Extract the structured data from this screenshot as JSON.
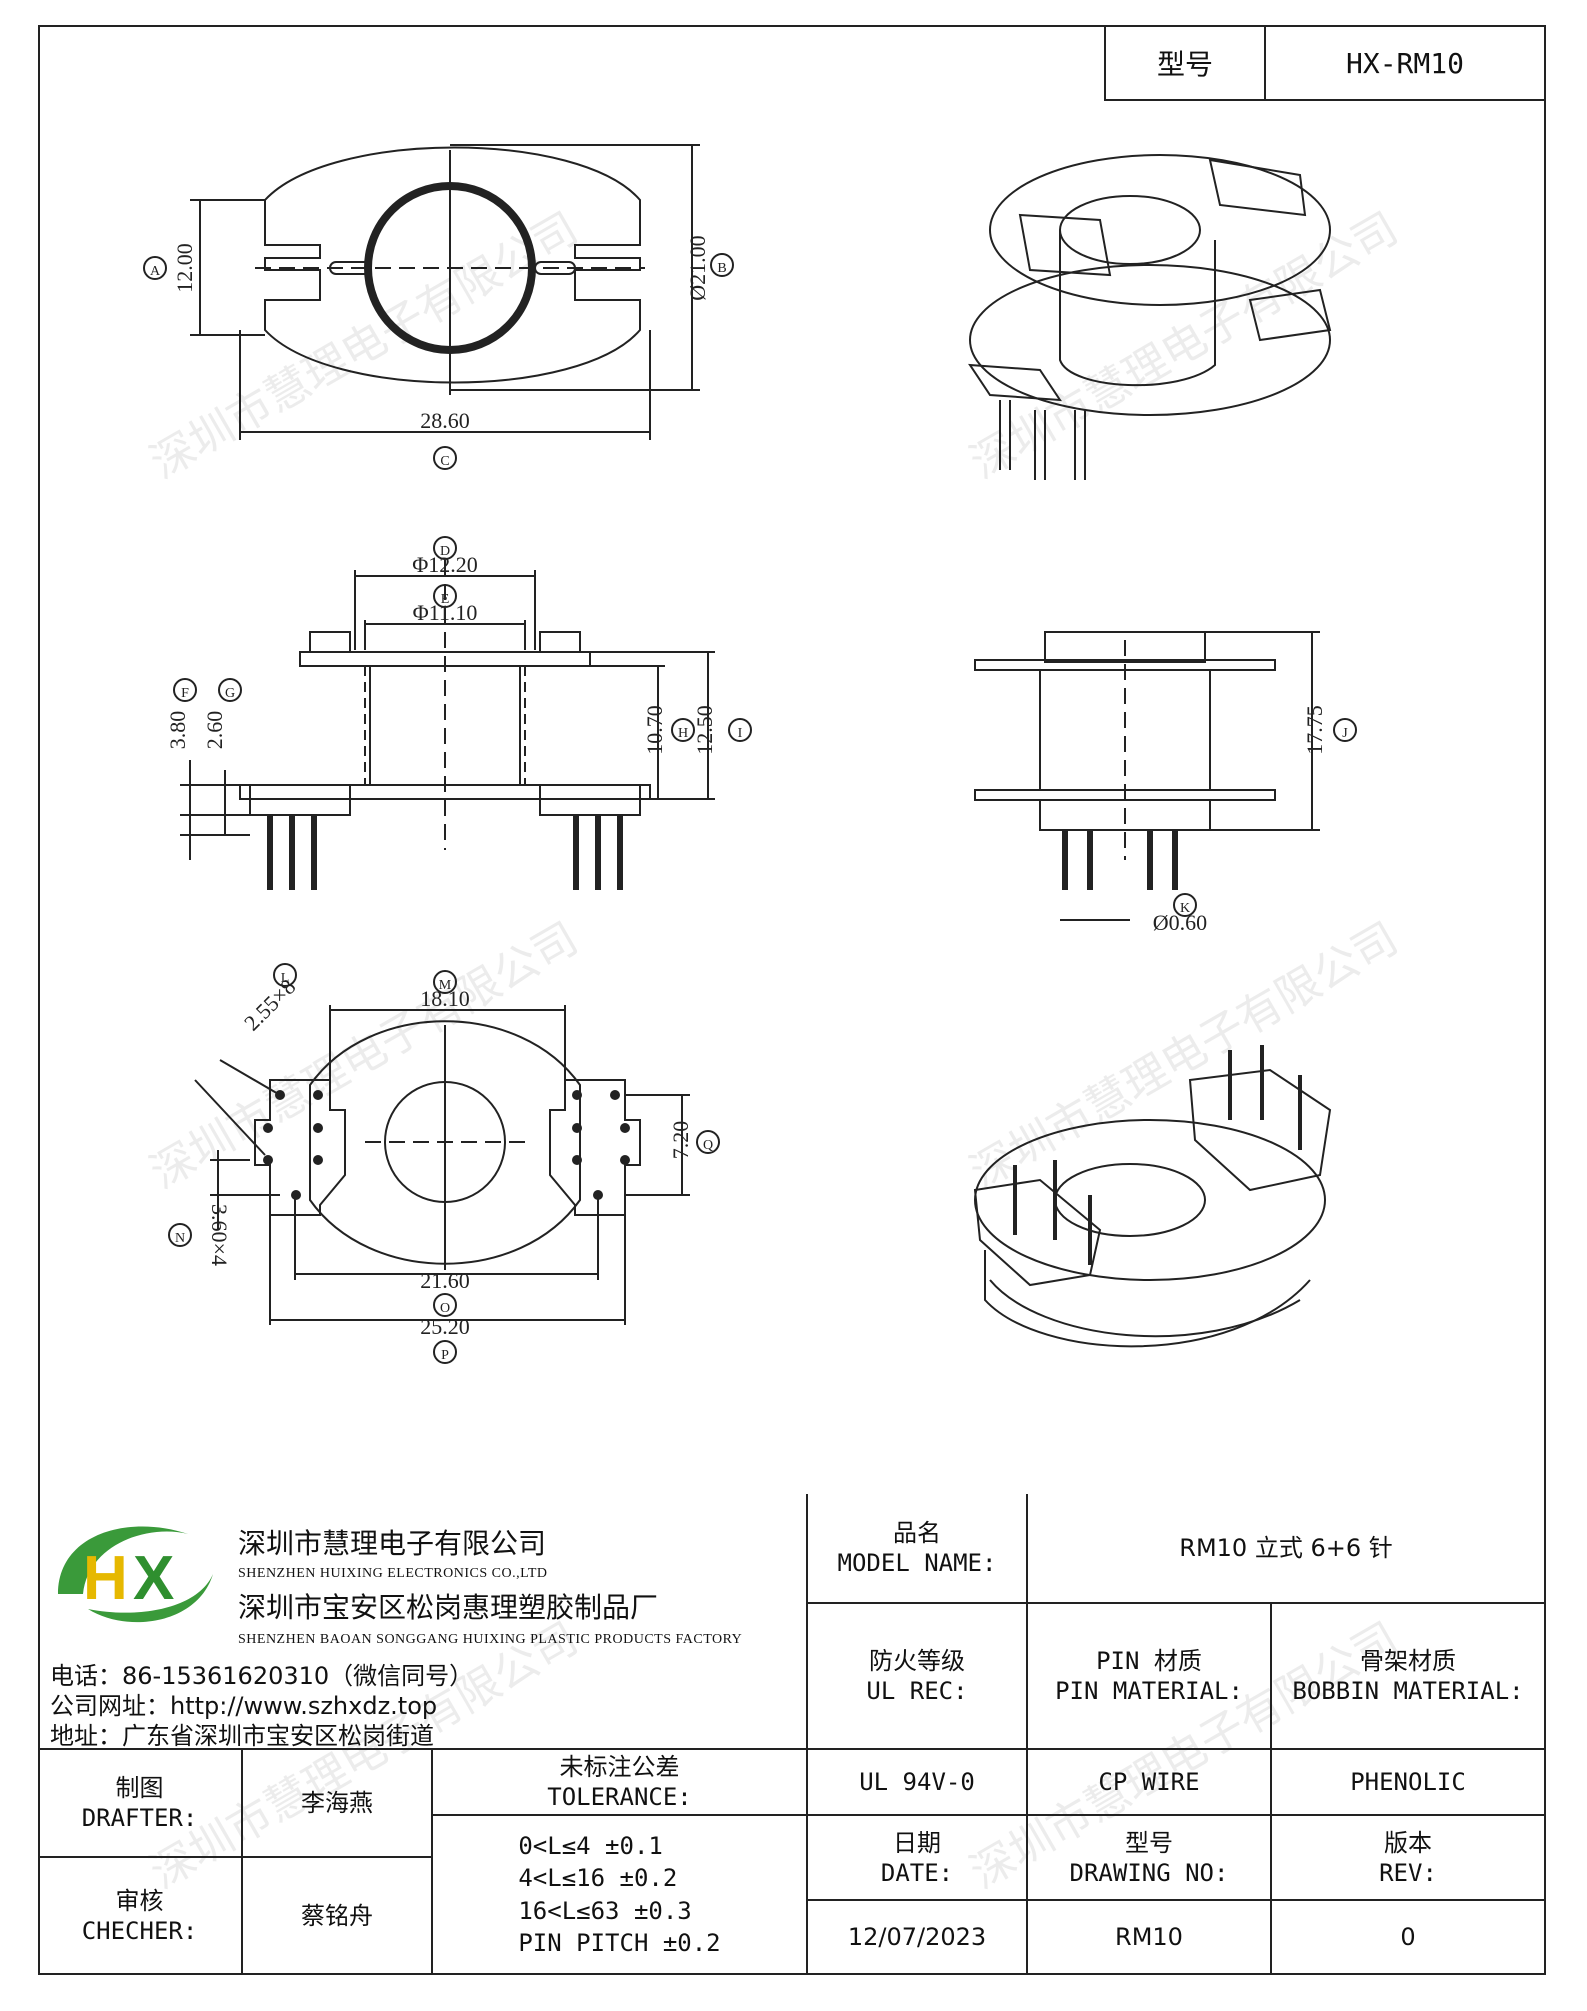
{
  "header": {
    "model_label": "型号",
    "model_value": "HX-RM10"
  },
  "drawing": {
    "top_view": {
      "dim_a": "12.00",
      "dim_b": "Ø21.00",
      "dim_c": "28.60",
      "tag_a": "A",
      "tag_b": "B",
      "tag_c": "C"
    },
    "front_view": {
      "dim_d": "Φ12.20",
      "dim_e": "Φ11.10",
      "dim_f": "3.80",
      "dim_g": "2.60",
      "dim_h": "10.70",
      "dim_i": "12.50",
      "tag_d": "D",
      "tag_e": "E",
      "tag_f": "F",
      "tag_g": "G",
      "tag_h": "H",
      "tag_i": "I"
    },
    "side_view": {
      "dim_j": "17.75",
      "dim_k": "Ø0.60",
      "tag_j": "J",
      "tag_k": "K"
    },
    "bottom_view": {
      "dim_l": "2.55×8",
      "dim_m": "18.10",
      "dim_n": "3.60×4",
      "dim_o": "21.60",
      "dim_p": "25.20",
      "dim_q": "7.20",
      "tag_l": "L",
      "tag_m": "M",
      "tag_n": "N",
      "tag_o": "O",
      "tag_p": "P",
      "tag_q": "Q"
    }
  },
  "watermark": "深圳市慧理电子有限公司",
  "company": {
    "logo_text": "HX",
    "name_cn": "深圳市慧理电子有限公司",
    "name_en": "SHENZHEN HUIXING ELECTRONICS CO.,LTD",
    "factory_cn": "深圳市宝安区松岗惠理塑胶制品厂",
    "factory_en": "SHENZHEN BAOAN SONGGANG HUIXING PLASTIC PRODUCTS FACTORY",
    "phone": "电话：86-15361620310（微信同号）",
    "website": "公司网址：http://www.szhxdz.top",
    "address": "地址：广东省深圳市宝安区松岗街道"
  },
  "title_block": {
    "model_name_cn": "品名",
    "model_name_en": "MODEL NAME:",
    "model_name_value": "RM10 立式 6+6 针",
    "ul_cn": "防火等级",
    "ul_en": "UL REC:",
    "pin_cn": "PIN 材质",
    "pin_en": "PIN MATERIAL:",
    "bobbin_cn": "骨架材质",
    "bobbin_en": "BOBBIN MATERIAL:",
    "drafter_cn": "制图",
    "drafter_en": "DRAFTER:",
    "drafter_name": "李海燕",
    "checker_cn": "审核",
    "checker_en": "CHECHER:",
    "checker_name": "蔡铭舟",
    "tol_cn": "未标注公差",
    "tol_en": "TOLERANCE:",
    "tol_1": "0<L≤4   ±0.1",
    "tol_2": "4<L≤16  ±0.2",
    "tol_3": "16<L≤63  ±0.3",
    "tol_4": "PIN PITCH  ±0.2",
    "ul_value": "UL 94V-0",
    "pin_value": "CP WIRE",
    "bobbin_value": "PHENOLIC",
    "date_cn": "日期",
    "date_en": "DATE:",
    "date_value": "12/07/2023",
    "drawing_cn": "型号",
    "drawing_en": "DRAWING NO:",
    "drawing_value": "RM10",
    "rev_cn": "版本",
    "rev_en": "REV:",
    "rev_value": "0"
  }
}
